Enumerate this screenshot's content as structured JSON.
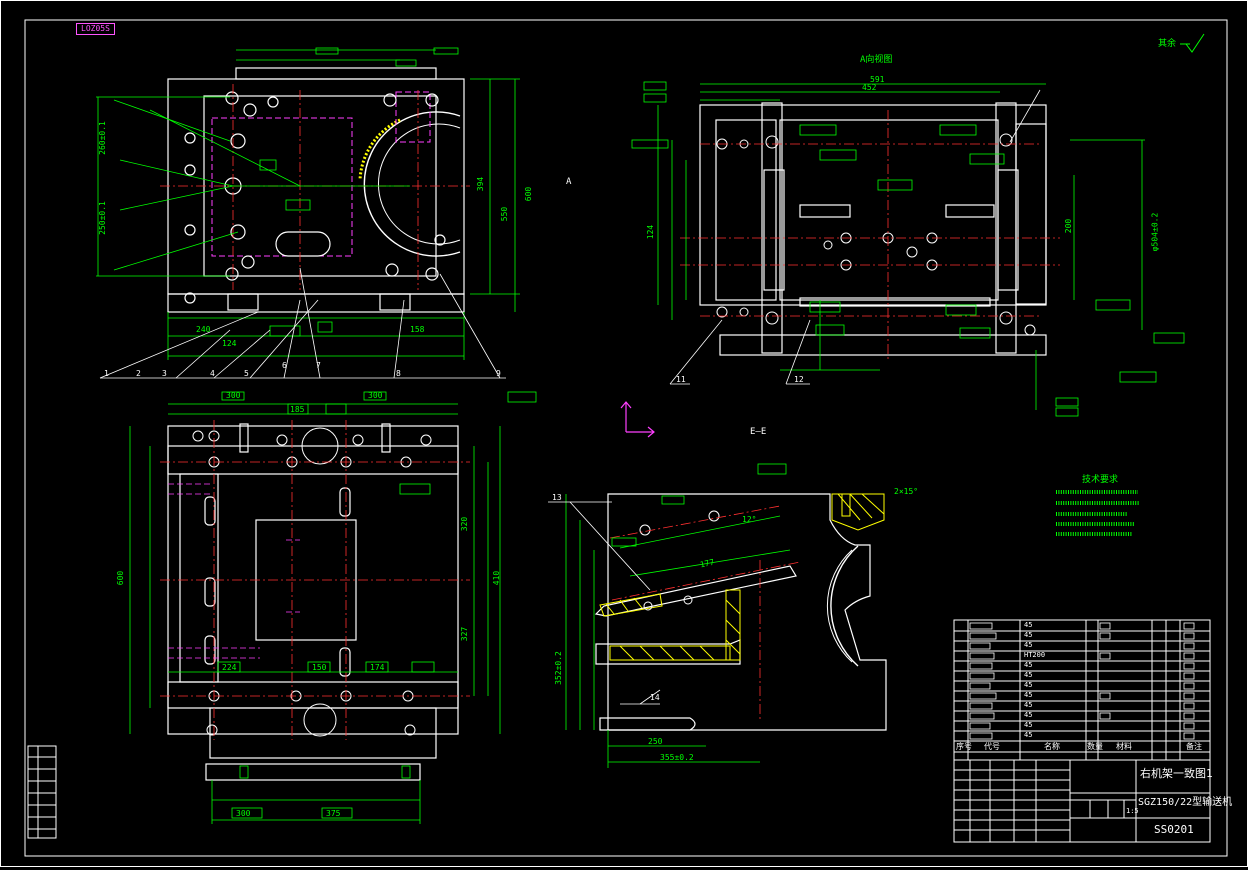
{
  "drawing": {
    "sheet_tag": "LOZ05S",
    "section_label": "E—E",
    "a_view_label": "A",
    "view_note": "A向视图",
    "finish_note": "其余",
    "tech_req_title": "技术要求",
    "colors": {
      "frame": "#ffffff",
      "outline": "#ffffff",
      "dimension": "#00ff00",
      "centerline": "#ff3030",
      "hidden": "#ff40ff",
      "hatch": "#ffff00",
      "symbol": "#00ffff"
    },
    "callouts": {
      "c1": "1",
      "c2": "2",
      "c3": "3",
      "c4": "4",
      "c5": "5",
      "c6": "6",
      "c7": "7",
      "c8": "8",
      "c9": "9",
      "c11": "11",
      "c12": "12",
      "c13": "13",
      "c14": "14"
    },
    "dims": {
      "top_left_250": "250±0.1",
      "top_left_260": "260±0.1",
      "top_left_394": "394",
      "top_left_550": "550",
      "top_left_600": "600",
      "top_left_124": "124",
      "top_left_240": "240",
      "top_left_158": "158",
      "top_right_591": "591",
      "top_right_452": "452",
      "top_right_124": "124",
      "top_right_504": "φ504±0.2",
      "top_right_200": "200",
      "bottom_left_300a": "300",
      "bottom_left_185": "185",
      "bottom_left_300b": "300",
      "bottom_left_410": "410",
      "bottom_left_320": "320",
      "bottom_left_327": "327",
      "bottom_left_224": "224",
      "bottom_left_150": "150",
      "bottom_left_174": "174",
      "bottom_left_300c": "300",
      "bottom_left_600": "600",
      "bottom_left_375": "375",
      "bottom_mid_250": "250",
      "bottom_mid_355": "355±0.2",
      "bottom_mid_177": "177",
      "bottom_mid_12": "12°",
      "bottom_mid_352": "352±0.2",
      "bottom_mid_2x15": "2×15°"
    },
    "bom": {
      "headers": [
        "序号",
        "代号",
        "名称",
        "数量",
        "材料",
        "备注"
      ],
      "materials": [
        "45",
        "45",
        "45",
        "HT200",
        "45",
        "45",
        "45",
        "45",
        "45",
        "45",
        "45",
        "45"
      ],
      "drawing_title": "右机架一致图1",
      "drawing_sub": "SGZ150/22型输送机",
      "drawing_no": "SS0201",
      "scale": "1:5"
    }
  }
}
